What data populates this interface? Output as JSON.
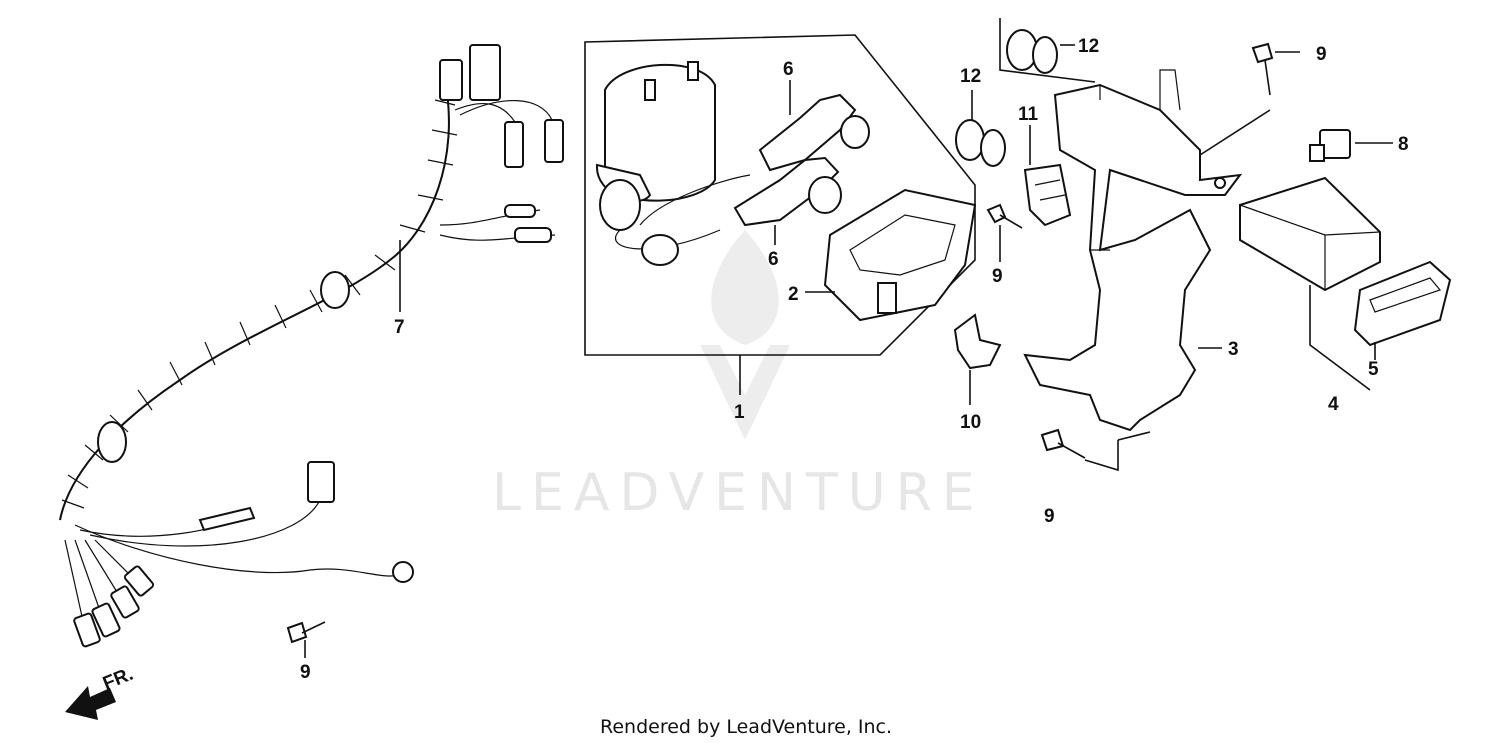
{
  "callouts": {
    "c1": "1",
    "c2": "2",
    "c3": "3",
    "c4": "4",
    "c5": "5",
    "c6a": "6",
    "c6b": "6",
    "c7": "7",
    "c8": "8",
    "c9a": "9",
    "c9b": "9",
    "c9c": "9",
    "c9d": "9",
    "c10": "10",
    "c11": "11",
    "c12a": "12",
    "c12b": "12"
  },
  "direction_label": "FR.",
  "watermark": "LEADVENTURE",
  "footer": "Rendered by LeadVenture, Inc.",
  "colors": {
    "line": "#111111",
    "watermark": "#e6e6e6",
    "background": "#ffffff"
  }
}
